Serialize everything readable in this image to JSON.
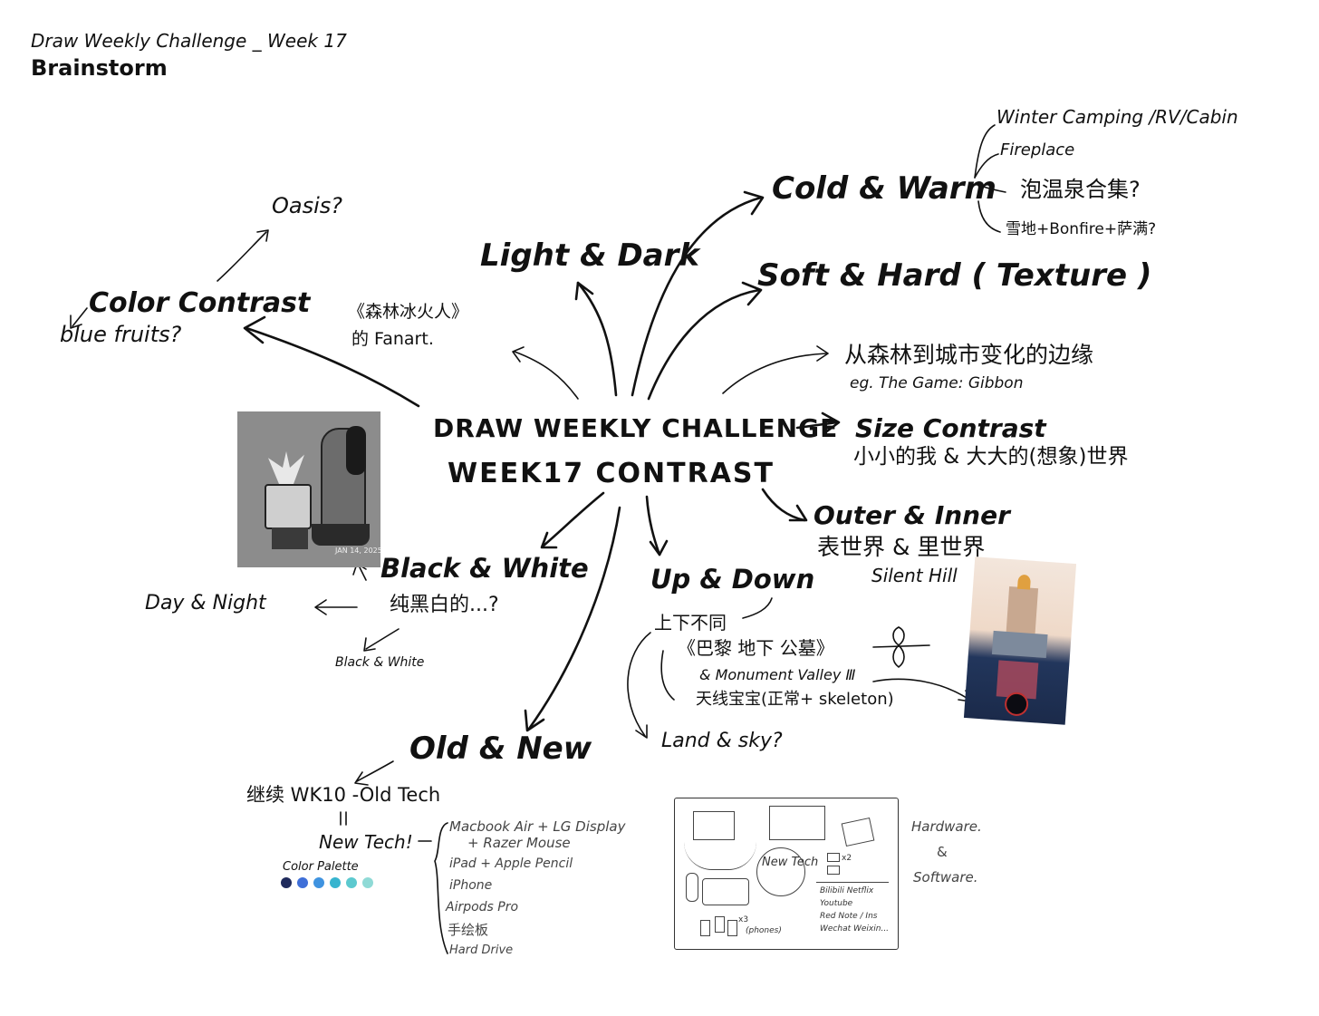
{
  "header": {
    "subtitle": "Draw Weekly Challenge _ Week 17",
    "title": "Brainstorm"
  },
  "center": {
    "line1": "DRAW WEEKLY CHALLENGE",
    "line2": "WEEK17  CONTRAST"
  },
  "branches": {
    "cold_warm": {
      "title": "Cold & Warm",
      "items": [
        "Winter Camping /RV/Cabin",
        "Fireplace",
        "泡温泉合集?",
        "雪地+Bonfire+萨满?"
      ]
    },
    "light_dark": {
      "title": "Light & Dark"
    },
    "soft_hard": {
      "title": "Soft & Hard ( Texture )"
    },
    "color_contrast": {
      "title": "Color Contrast",
      "note": "blue  fruits?",
      "oasis": "Oasis?"
    },
    "fanart": {
      "line1": "《森林冰火人》",
      "line2": "的 Fanart."
    },
    "forest_city": {
      "line1": "从森林到城市变化的边缘",
      "line2": "eg. The Game: Gibbon"
    },
    "size_contrast": {
      "title": "Size Contrast",
      "note": "小小的我 & 大大的(想象)世界"
    },
    "outer_inner": {
      "title": "Outer & Inner",
      "note": "表世界 & 里世界",
      "ref": "Silent Hill"
    },
    "black_white": {
      "title": "Black & White",
      "note": "纯黑白的...?",
      "day_night": "Day & Night",
      "small": "Black & White"
    },
    "up_down": {
      "title": "Up & Down",
      "line1": "上下不同",
      "line2": "《巴黎 地下 公墓》",
      "line3": "& Monument Valley Ⅲ",
      "line4": "天线宝宝(正常+ skeleton)",
      "line5": "Land & sky?"
    },
    "old_new": {
      "title": "Old & New",
      "line1": "继续 WK10 -Old Tech",
      "new_tech": "New Tech!",
      "palette_label": "Color Palette",
      "list": [
        "Macbook Air + LG Display",
        "+ Razer Mouse",
        "iPad + Apple Pencil",
        "iPhone",
        "Airpods Pro",
        "手绘板",
        "Hard Drive"
      ]
    }
  },
  "palette": [
    "#1f2a5c",
    "#3f6fd8",
    "#3f93e0",
    "#37b4cf",
    "#5cc9cf",
    "#8fdad6"
  ],
  "sketch_image": {
    "stamp": "JAN 14, 2025"
  },
  "sketch_box": {
    "bubble": "New Tech",
    "x2": "x2",
    "x3": "x3",
    "phones": "(phones)",
    "apps": [
      "Bilibili Netflix",
      "Youtube",
      "Red Note / Ins",
      "Wechat Weixin..."
    ],
    "side1": "Hardware.",
    "side2": "&",
    "side3": "Software."
  }
}
